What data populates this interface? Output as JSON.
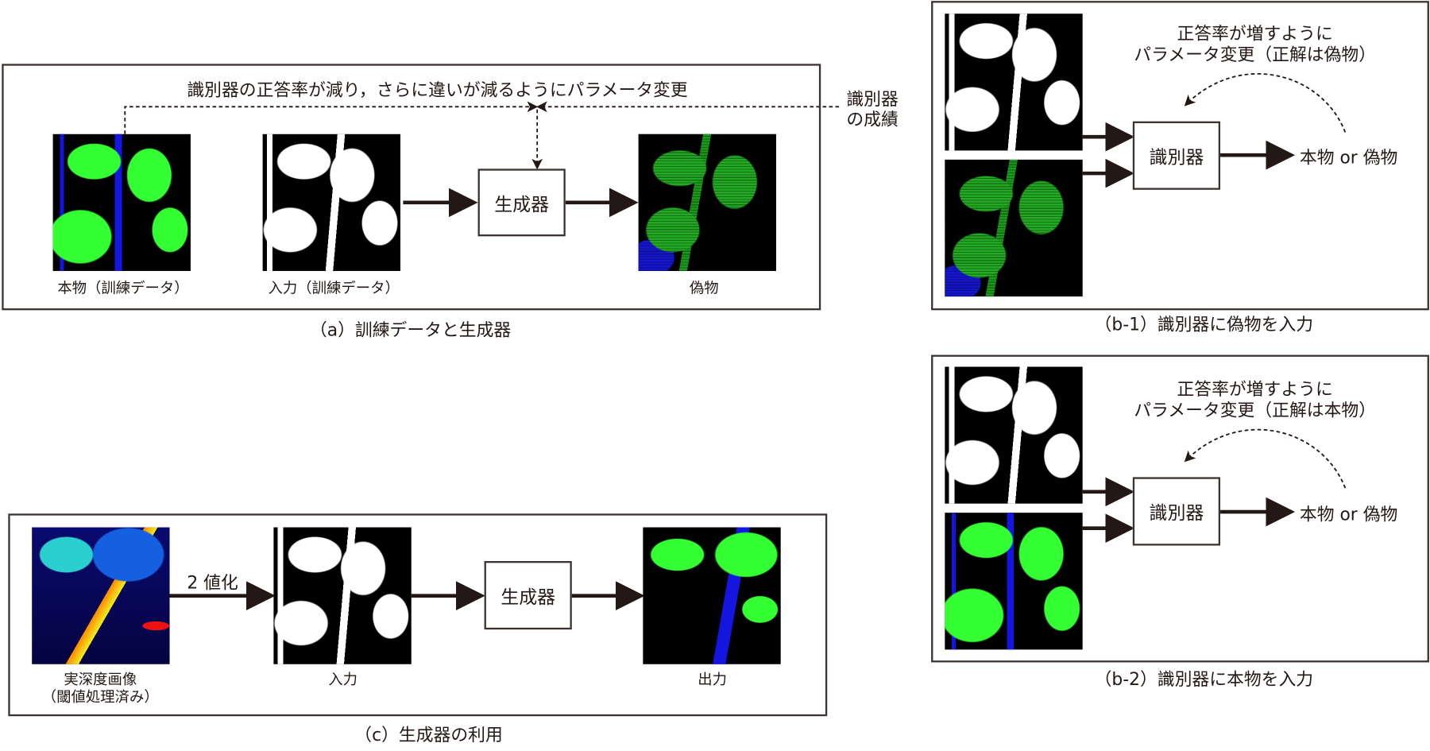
{
  "panel_a": {
    "feedback_text": "識別器の正答率が減り，さらに違いが減るようにパラメータ変更",
    "score_label_1": "識別器",
    "score_label_2": "の成績",
    "generator_label": "生成器",
    "real_label": "本物（訓練データ）",
    "input_label": "入力（訓練データ）",
    "fake_label": "偽物",
    "caption": "（a）訓練データと生成器"
  },
  "panel_b1": {
    "note_line1": "正答率が増すように",
    "note_line2": "パラメータ変更（正解は偽物）",
    "discriminator_label": "識別器",
    "output_label": "本物 or 偽物",
    "caption": "（b-1）識別器に偽物を入力"
  },
  "panel_b2": {
    "note_line1": "正答率が増すように",
    "note_line2": "パラメータ変更（正解は本物）",
    "discriminator_label": "識別器",
    "output_label": "本物 or 偽物",
    "caption": "（b-2）識別器に本物を入力"
  },
  "panel_c": {
    "binarize_label": "2 値化",
    "generator_label": "生成器",
    "depth_label_1": "実深度画像",
    "depth_label_2": "（閾値処理済み）",
    "input_label": "入力",
    "output_label": "出力",
    "caption": "（c）生成器の利用"
  }
}
